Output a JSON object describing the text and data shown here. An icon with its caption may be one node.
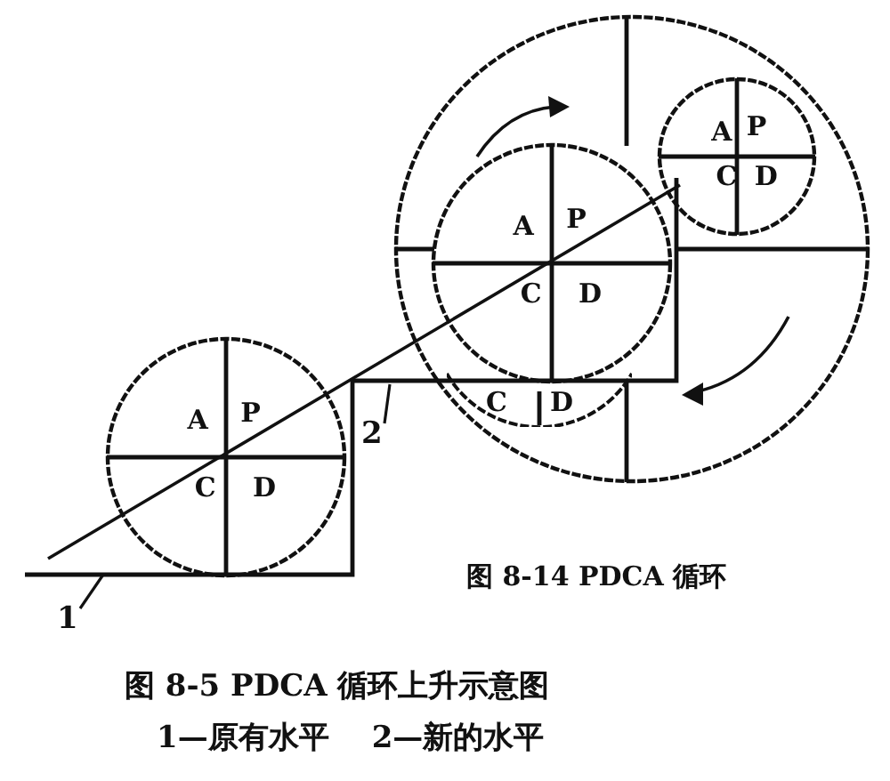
{
  "diagram": {
    "caption": "图 8-5 PDCA 循环上升示意图",
    "nodes": [
      {
        "text": [
          "A",
          "P",
          "C",
          "D"
        ]
      },
      {
        "text": [],
        "shape": "circle"
      },
      {
        "text": [
          "A",
          "P",
          "C",
          "D"
        ],
        "in": 1
      },
      {
        "text": [
          "A",
          "P",
          "C",
          "D"
        ],
        "in": 1
      },
      {
        "text": [
          "C",
          "D"
        ],
        "in": 1
      },
      {
        "text": [
          "1"
        ]
      },
      {
        "text": [
          "2"
        ]
      }
    ],
    "edges": [
      {
        "from": 5,
        "to": null,
        "arrow": "none"
      },
      {
        "from": 6,
        "to": null,
        "arrow": "none"
      }
    ],
    "labels": [
      "图 8-14 PDCA 循环",
      "1—原有水平",
      "2—新的水平"
    ]
  }
}
